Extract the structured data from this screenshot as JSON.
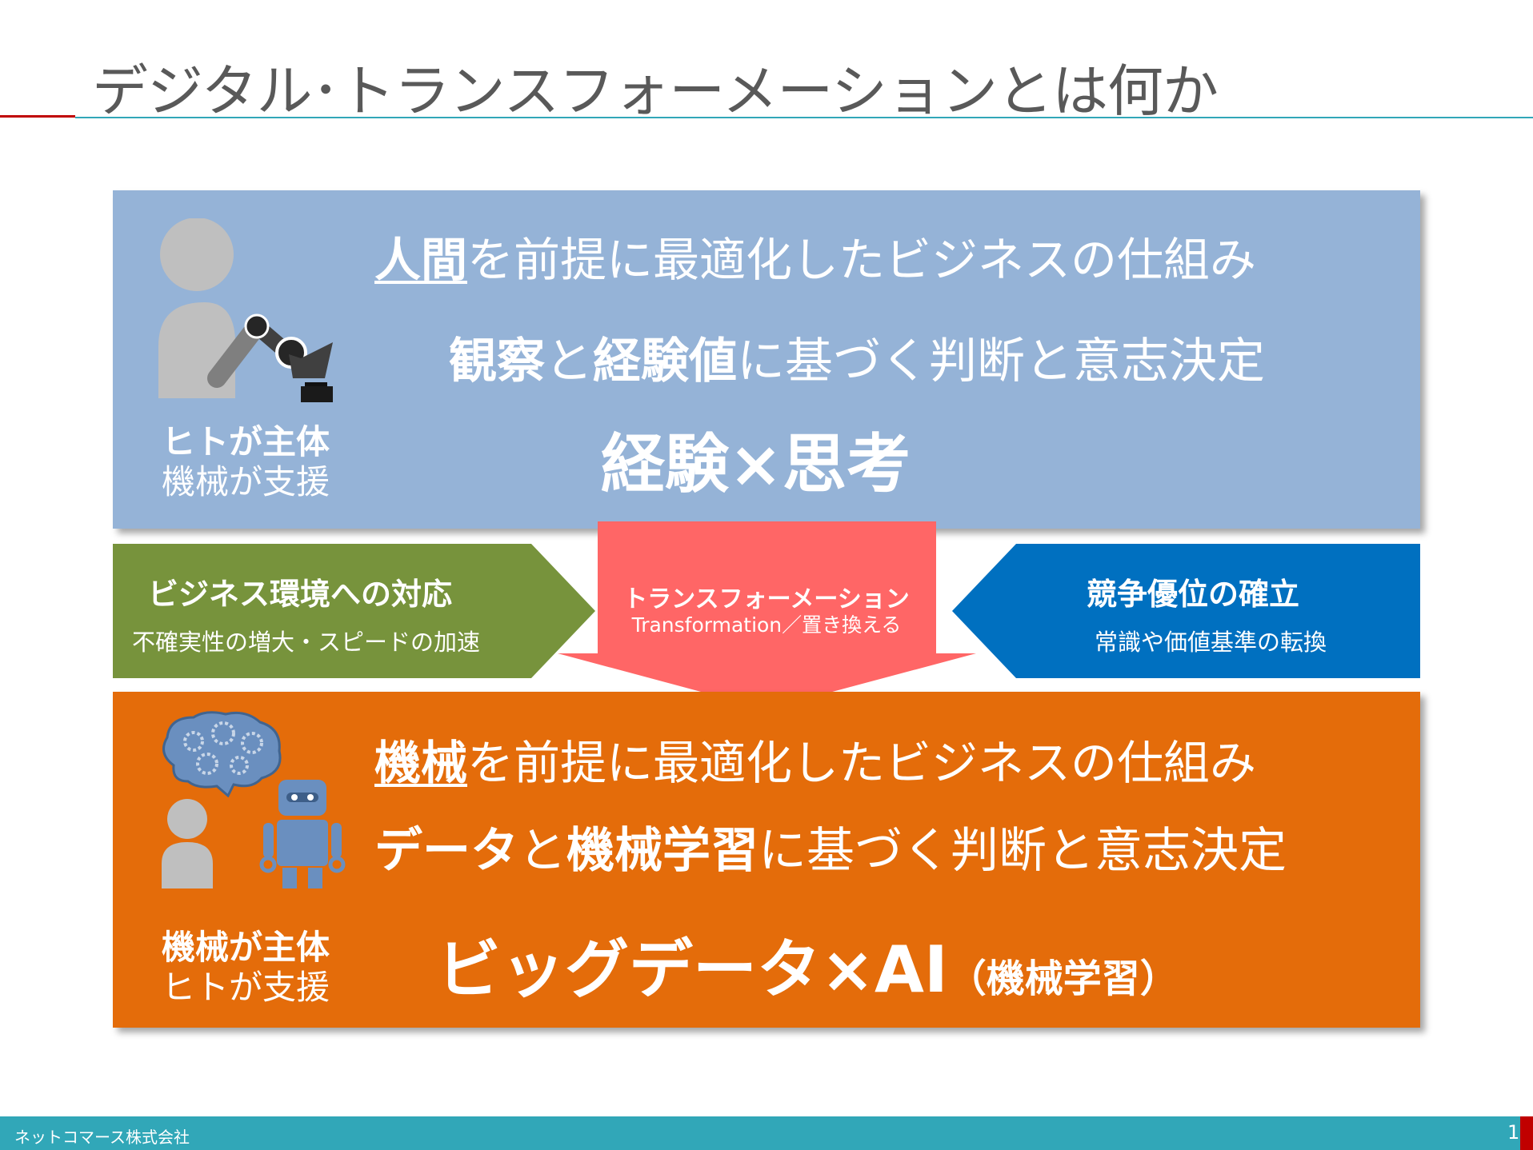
{
  "title": "デジタル･トランスフォーメーションとは何か",
  "human_panel": {
    "line1_emphasis": "人間",
    "line1_rest": "を前提に最適化したビジネスの仕組み",
    "line2_part1": "観察",
    "line2_part2": "と",
    "line2_part3": "経験値",
    "line2_part4": "に基づく判断と意志決定",
    "line3": "経験×思考",
    "side_bold": "ヒトが主体",
    "side_regular": "機械が支援",
    "icon": "person-with-robot-arm-icon"
  },
  "transform_band": {
    "left_title": "ビジネス環境への対応",
    "left_sub": "不確実性の増大・スピードの加速",
    "center_title": "トランスフォーメーション",
    "center_sub": "Transformation／置き換える",
    "right_title": "競争優位の確立",
    "right_sub": "常識や価値基準の転換"
  },
  "machine_panel": {
    "line1_emphasis": "機械",
    "line1_rest": "を前提に最適化したビジネスの仕組み",
    "line2_part1": "データ",
    "line2_part2": "と",
    "line2_part3": "機械学習",
    "line2_part4": "に基づく判断と意志決定",
    "line3_main": "ビッグデータ×AI",
    "line3_small": "（機械学習）",
    "side_bold": "機械が主体",
    "side_regular": "ヒトが支援",
    "icons": [
      "gear-brain-icon",
      "person-icon",
      "robot-icon"
    ]
  },
  "colors": {
    "blue_panel": "#95b3d7",
    "orange_panel": "#e46c0a",
    "green_arrow": "#77933c",
    "red_arrow": "#ff6666",
    "blue_arrow": "#0070c0",
    "footer": "#31a7b8",
    "accent_red": "#c00000"
  },
  "footer": {
    "company": "ネットコマース株式会社",
    "page": "1"
  }
}
